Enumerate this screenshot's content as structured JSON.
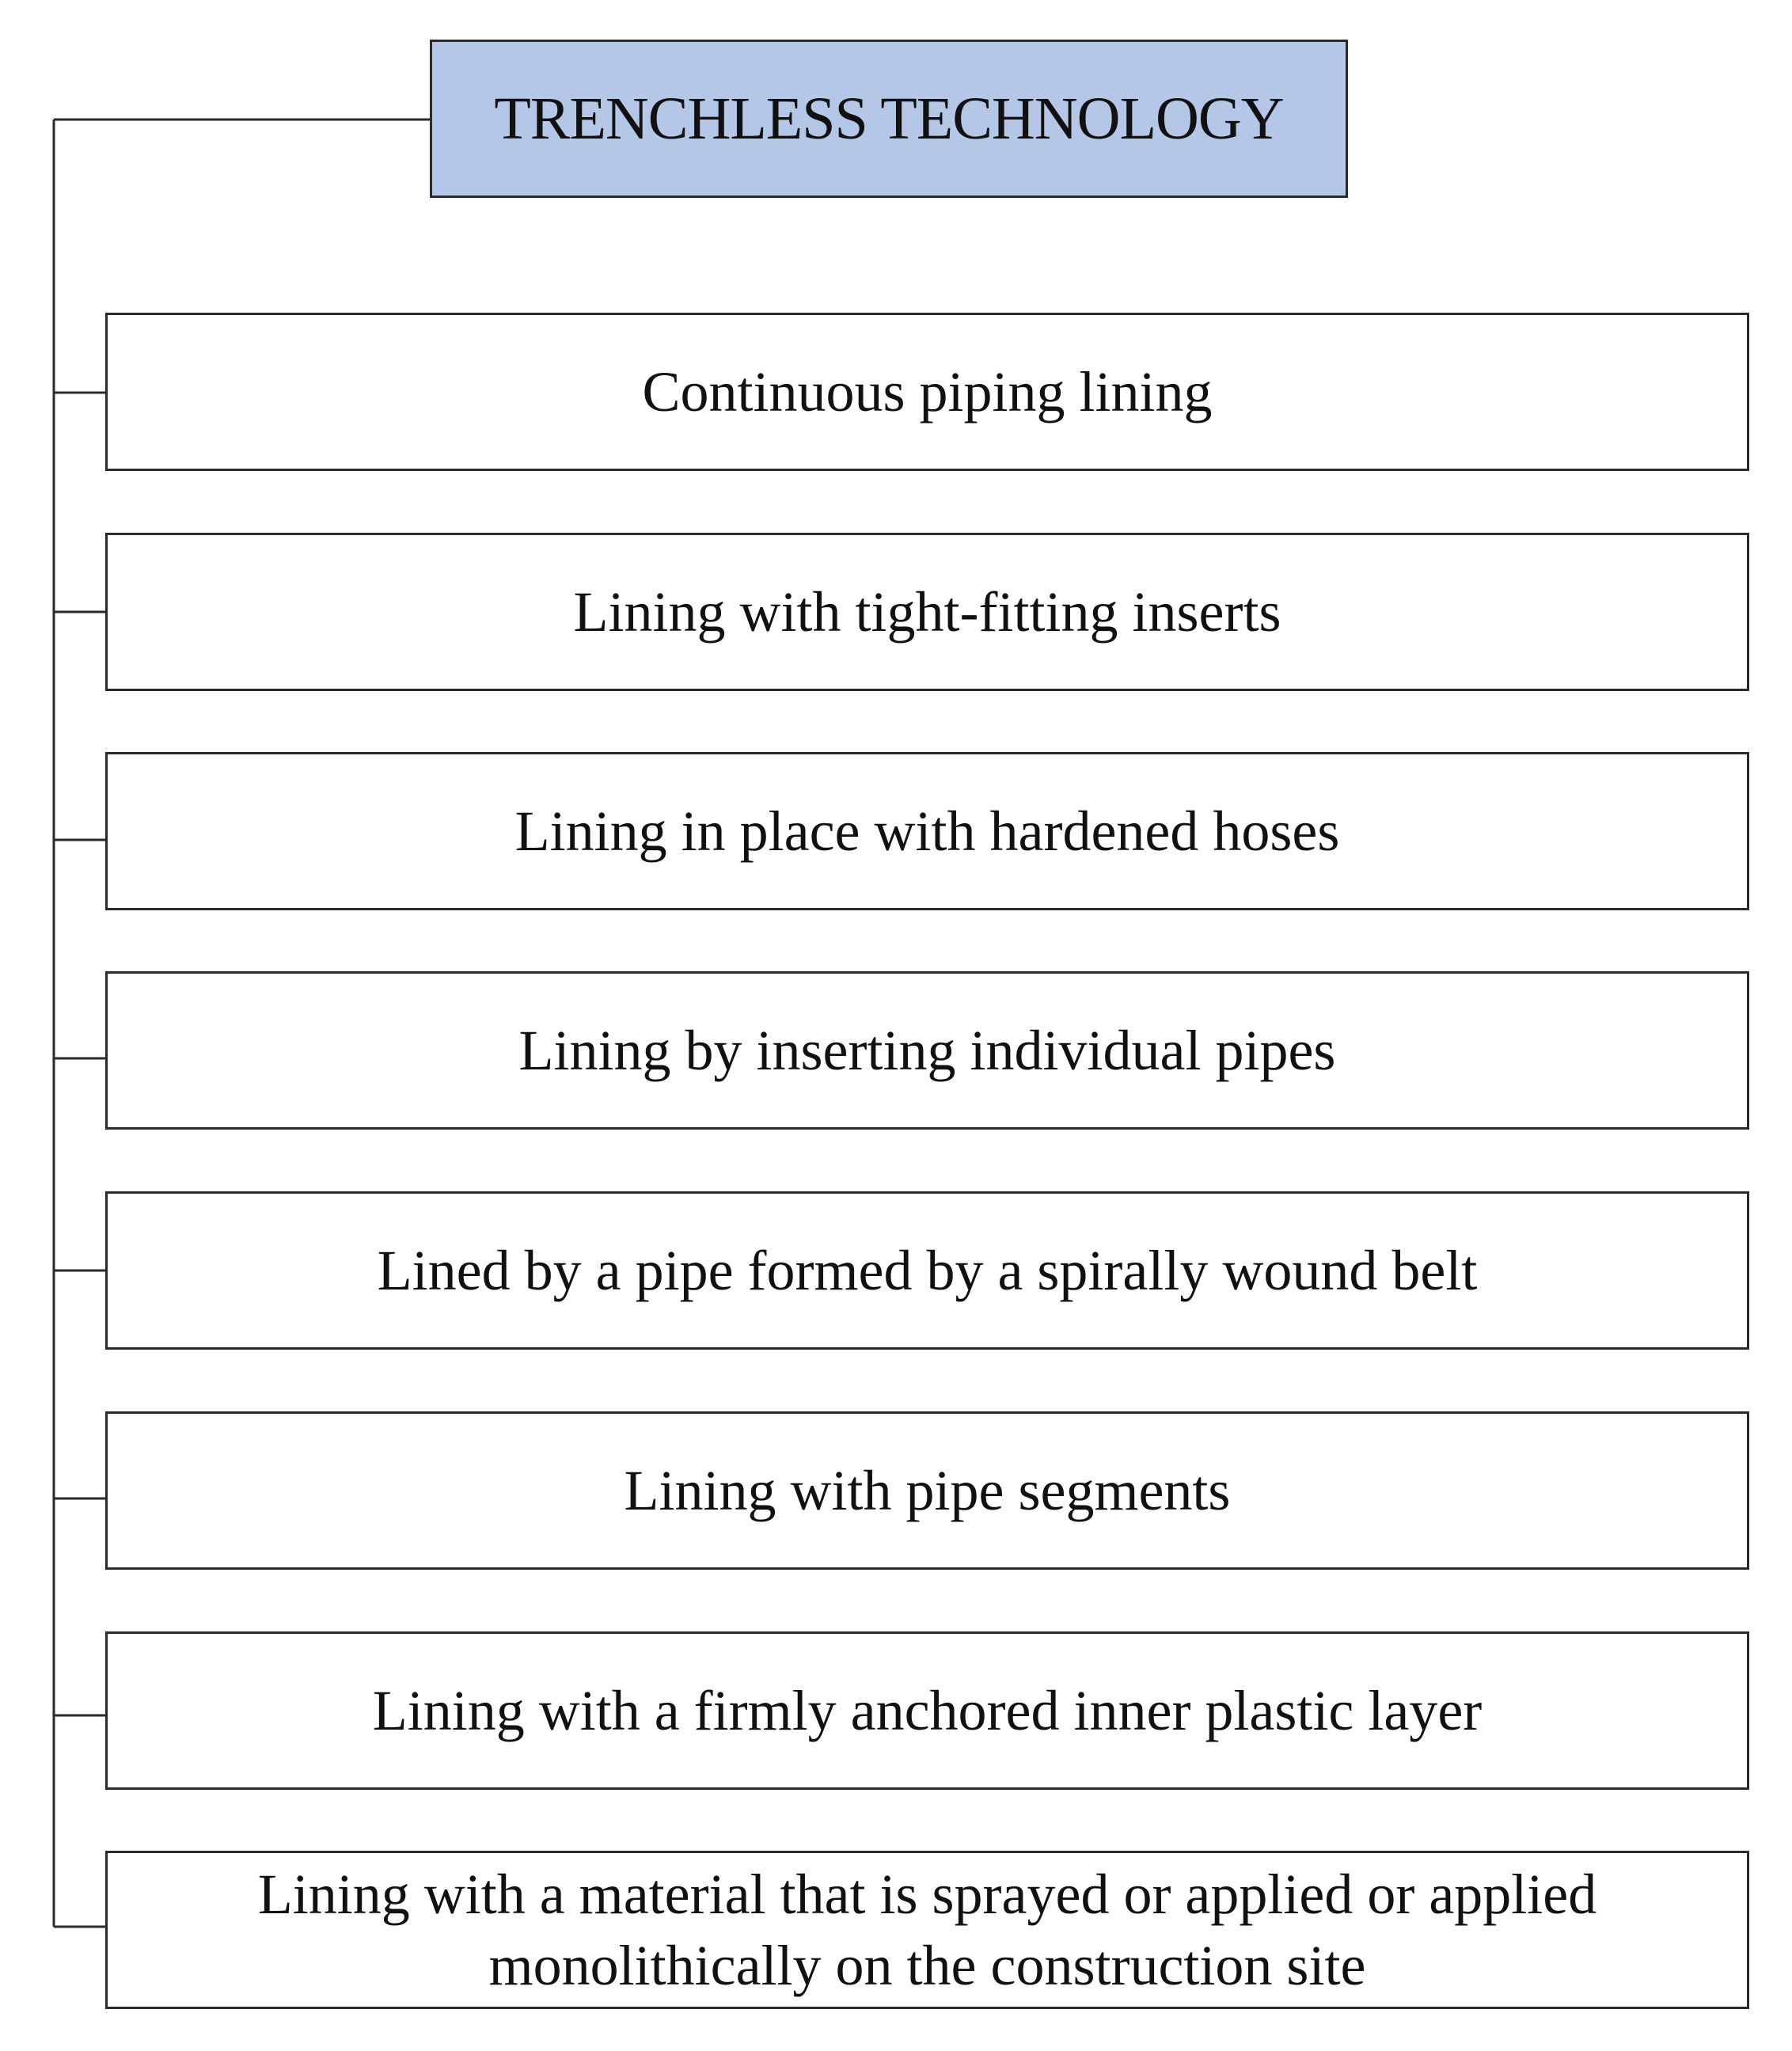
{
  "diagram": {
    "root": {
      "label": "TRENCHLESS TECHNOLOGY",
      "fill_color": "#b4c7e7"
    },
    "items": [
      {
        "label": "Continuous piping lining"
      },
      {
        "label": "Lining with tight-fitting inserts"
      },
      {
        "label": "Lining in place with hardened hoses"
      },
      {
        "label": "Lining by inserting individual pipes"
      },
      {
        "label": "Lined by a pipe formed by a spirally wound belt"
      },
      {
        "label": "Lining with pipe segments"
      },
      {
        "label": "Lining with a firmly anchored inner plastic layer"
      },
      {
        "label": "Lining with a material that is sprayed or applied or applied monolithically on the construction site"
      }
    ],
    "line_color": "#2a2a2a"
  }
}
